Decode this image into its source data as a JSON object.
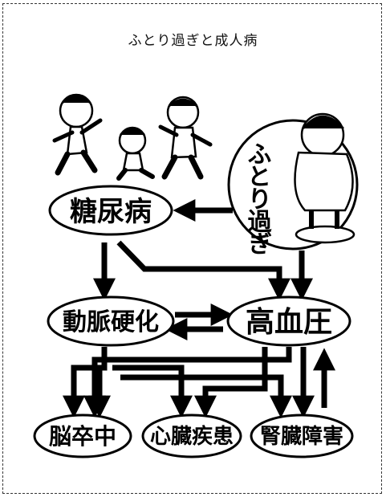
{
  "title": "ふとり過ぎと成人病",
  "colors": {
    "ink": "#000000",
    "paper": "#ffffff"
  },
  "nodes": {
    "obesity": "ふとり過ぎ",
    "diabetes": "糖尿病",
    "arteriosclerosis": "動脈硬化",
    "hypertension": "高血圧",
    "stroke": "脳卒中",
    "heart_disease": "心臓疾患",
    "kidney_disorder": "腎臓障害"
  },
  "illustrations": [
    "running-children-icon",
    "overweight-man-on-scale-icon"
  ]
}
